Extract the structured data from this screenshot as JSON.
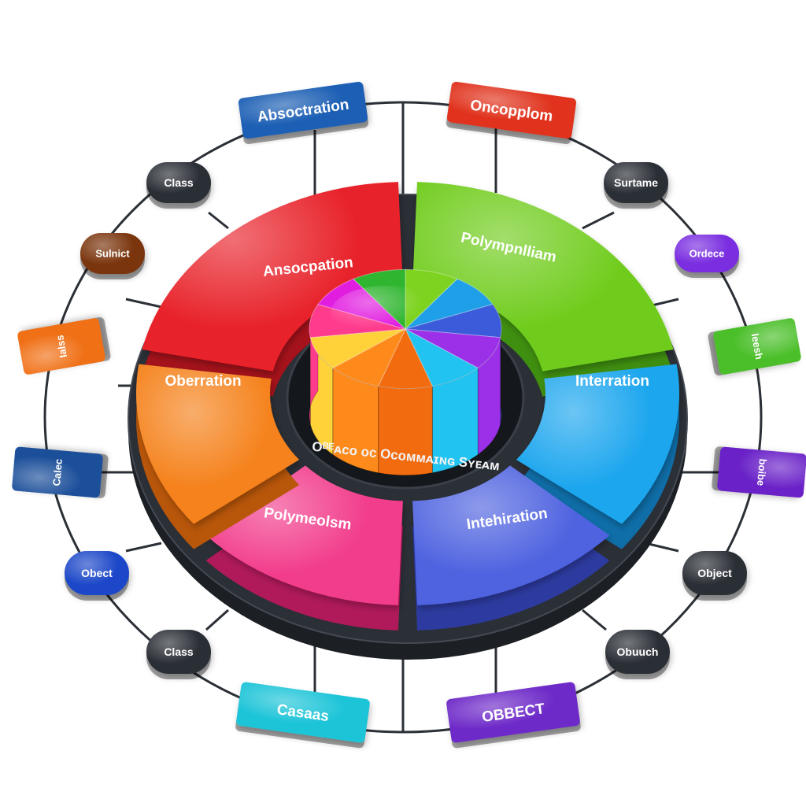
{
  "hub": {
    "label": "Oᴮᴱᴀᴄᴏ ᴏᴄ Oᴄᴏᴍᴍᴀɪɴɢ Sʏᴇᴀᴍ",
    "colors": [
      "#7ed321",
      "#1f9fe8",
      "#3b5bdb",
      "#9b30e8",
      "#21c4f0",
      "#f26b0f",
      "#ff8a1c",
      "#ffd23a",
      "#ff3b8d",
      "#e11ee0",
      "#2fb52f"
    ]
  },
  "segments": [
    {
      "label": "Ansocpation",
      "color": "#e8202a",
      "side": "#a5121b"
    },
    {
      "label": "Polympnlliam",
      "color": "#6fcc1f",
      "side": "#3f8f10"
    },
    {
      "label": "Interration",
      "color": "#1fa6ee",
      "side": "#0f6ea8"
    },
    {
      "label": "Intehiration",
      "color": "#4f63e0",
      "side": "#2d3ba0"
    },
    {
      "label": "Polymeolsm",
      "color": "#f23d8c",
      "side": "#b01a5a"
    },
    {
      "label": "Oberration",
      "color": "#f5821b",
      "side": "#b8560a"
    }
  ],
  "nodes": [
    {
      "label": "Absoctration",
      "color": "#1e5fb4"
    },
    {
      "label": "Oncopplom",
      "color": "#e0321e"
    },
    {
      "label": "Surtame",
      "color": "#2a2f35"
    },
    {
      "label": "Ordece",
      "color": "#7a2ee0"
    },
    {
      "label": "Ieesh",
      "color": "#4cbf2a"
    },
    {
      "label": "boibe",
      "color": "#6a22c8"
    },
    {
      "label": "Object",
      "color": "#2a2f35"
    },
    {
      "label": "Obuuch",
      "color": "#2a2f35"
    },
    {
      "label": "OBBECT",
      "color": "#6e2bc8"
    },
    {
      "label": "Casaas",
      "color": "#1fc4d8"
    },
    {
      "label": "Class",
      "color": "#2a2f35"
    },
    {
      "label": "Obect",
      "color": "#1a46c8"
    },
    {
      "label": "Calec",
      "color": "#1e4f9a"
    },
    {
      "label": "Ialss",
      "color": "#f07018"
    },
    {
      "label": "Sulnict",
      "color": "#7a3410"
    },
    {
      "label": "Class",
      "color": "#2a2f35"
    }
  ]
}
